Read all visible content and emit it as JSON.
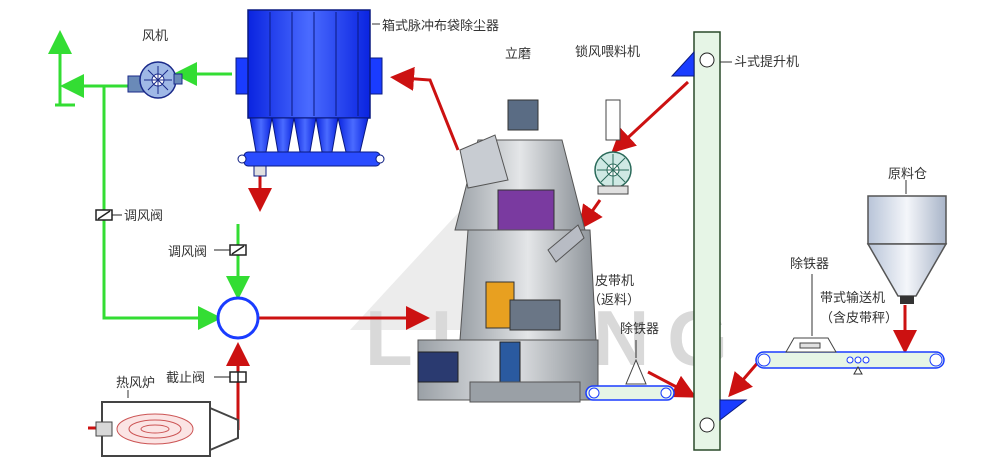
{
  "diagram": {
    "labels": {
      "fan": "风机",
      "baghouse": "箱式脉冲布袋除尘器",
      "vertical_mill": "立磨",
      "airlock_feeder": "锁风喂料机",
      "bucket_elevator": "斗式提升机",
      "damper_left": "调风阀",
      "damper_center": "调风阀",
      "hot_air_furnace": "热风炉",
      "stop_valve": "截止阀",
      "belt_return": "皮带机",
      "belt_return_sub": "（返料）",
      "iron_remover_left": "除铁器",
      "iron_remover_right": "除铁器",
      "belt_conveyor": "带式输送机",
      "belt_conveyor_sub": "（含皮带秤）",
      "raw_bin": "原料仓"
    },
    "watermark": "LIMING",
    "colors": {
      "air_flow": "#33dd33",
      "material_flow": "#cc1111",
      "baghouse": "#1a3cff",
      "elevator": "#e6f5e6",
      "equipment_edge": "#1a2a8a"
    }
  }
}
